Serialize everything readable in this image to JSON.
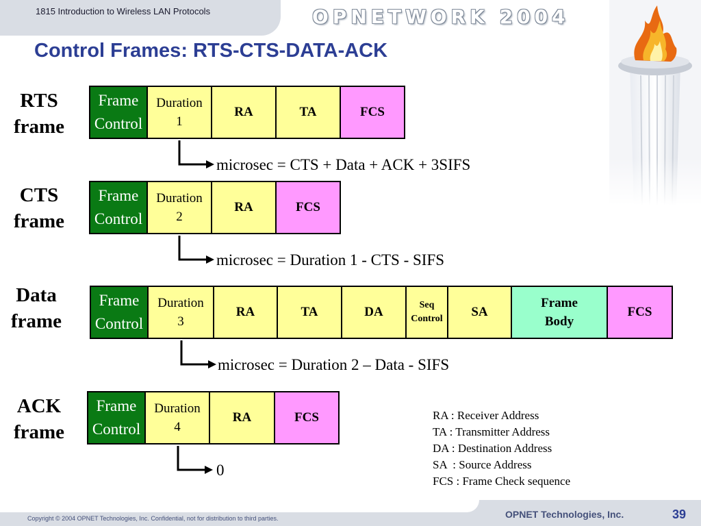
{
  "header": {
    "course_title": "1815 Introduction to Wireless LAN Protocols",
    "logo_text": "OPNETWORK 2004"
  },
  "slide": {
    "title": "Control Frames: RTS-CTS-DATA-ACK"
  },
  "frames": {
    "rts": {
      "label_line1": "RTS",
      "label_line2": "frame",
      "fields": {
        "frame_control_1": "Frame",
        "frame_control_2": "Control",
        "duration_1": "Duration",
        "duration_2": "1",
        "ra": "RA",
        "ta": "TA",
        "fcs": "FCS"
      },
      "formula": "microsec = CTS + Data + ACK + 3SIFS"
    },
    "cts": {
      "label_line1": "CTS",
      "label_line2": "frame",
      "fields": {
        "frame_control_1": "Frame",
        "frame_control_2": "Control",
        "duration_1": "Duration",
        "duration_2": "2",
        "ra": "RA",
        "fcs": "FCS"
      },
      "formula": "microsec = Duration 1 - CTS - SIFS"
    },
    "data": {
      "label_line1": "Data",
      "label_line2": "frame",
      "fields": {
        "frame_control_1": "Frame",
        "frame_control_2": "Control",
        "duration_1": "Duration",
        "duration_2": "3",
        "ra": "RA",
        "ta": "TA",
        "da": "DA",
        "seq_1": "Seq",
        "seq_2": "Control",
        "sa": "SA",
        "body_1": "Frame",
        "body_2": "Body",
        "fcs": "FCS"
      },
      "formula": "microsec = Duration 2 – Data - SIFS"
    },
    "ack": {
      "label_line1": "ACK",
      "label_line2": "frame",
      "fields": {
        "frame_control_1": "Frame",
        "frame_control_2": "Control",
        "duration_1": "Duration",
        "duration_2": "4",
        "ra": "RA",
        "fcs": "FCS"
      },
      "formula": "0"
    }
  },
  "legend": [
    "RA : Receiver Address",
    "TA : Transmitter Address",
    "DA : Destination Address",
    "SA  : Source Address",
    "FCS : Frame Check sequence"
  ],
  "footer": {
    "copyright": "Copyright © 2004 OPNET Technologies, Inc.  Confidential, not for distribution to third parties.",
    "company": "OPNET Technologies, Inc.",
    "page_number": "39"
  },
  "colors": {
    "frame_control": "#0a7a14",
    "address_fields": "#ffff99",
    "fcs": "#ff99ff",
    "frame_body": "#99ffcc",
    "title": "#2c3e94"
  }
}
